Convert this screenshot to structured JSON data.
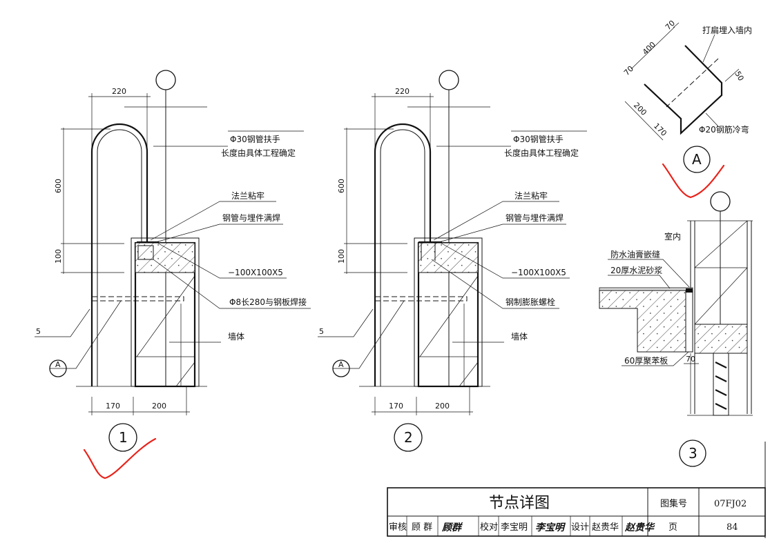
{
  "detail1": {
    "number": "1",
    "dim_top": "220",
    "dim_v1": "600",
    "dim_v2": "100",
    "dim_b1": "170",
    "dim_b2": "200",
    "weld_size": "5",
    "section_ref": "A",
    "label_handrail": "Φ30钢管扶手",
    "label_length": "长度由具体工程确定",
    "label_flange": "法兰粘牢",
    "label_weld": "钢管与埋件满焊",
    "label_plate": "−100X100X5",
    "label_anchor": "Φ8长280与钢板焊接",
    "label_wall": "墙体"
  },
  "detail2": {
    "number": "2",
    "dim_top": "220",
    "dim_v1": "600",
    "dim_v2": "100",
    "dim_b1": "170",
    "dim_b2": "200",
    "weld_size": "5",
    "section_ref": "A",
    "label_handrail": "Φ30钢管扶手",
    "label_length": "长度由具体工程确定",
    "label_flange": "法兰粘牢",
    "label_weld": "钢管与埋件满焊",
    "label_plate": "−100X100X5",
    "label_anchor": "钢制膨胀螺栓",
    "label_wall": "墙体"
  },
  "detailA": {
    "ref": "A",
    "dim_70a": "70",
    "dim_400": "400",
    "dim_70b": "70",
    "dim_50": "50",
    "dim_200": "200",
    "dim_170": "170",
    "label_flat": "打扁埋入墙内",
    "label_bar": "Φ20钢筋冷弯"
  },
  "detail3": {
    "number": "3",
    "label_indoor": "室内",
    "label_sealant": "防水油膏嵌缝",
    "label_mortar": "20厚水泥砂浆",
    "label_board": "60厚聚苯板",
    "dim_70": "70"
  },
  "title_block": {
    "title": "节点详图",
    "atlas_label": "图集号",
    "atlas_no": "07FJ02",
    "review_label": "审核",
    "reviewer": "顾 群",
    "reviewer_sig": "顾群",
    "check_label": "校对",
    "checker": "李宝明",
    "checker_sig": "李宝明",
    "design_label": "设计",
    "designer": "赵贵华",
    "designer_sig": "赵贵华",
    "page_label": "页",
    "page_no": "84"
  },
  "colors": {
    "line": "#111111",
    "markup": "#e8231b"
  }
}
